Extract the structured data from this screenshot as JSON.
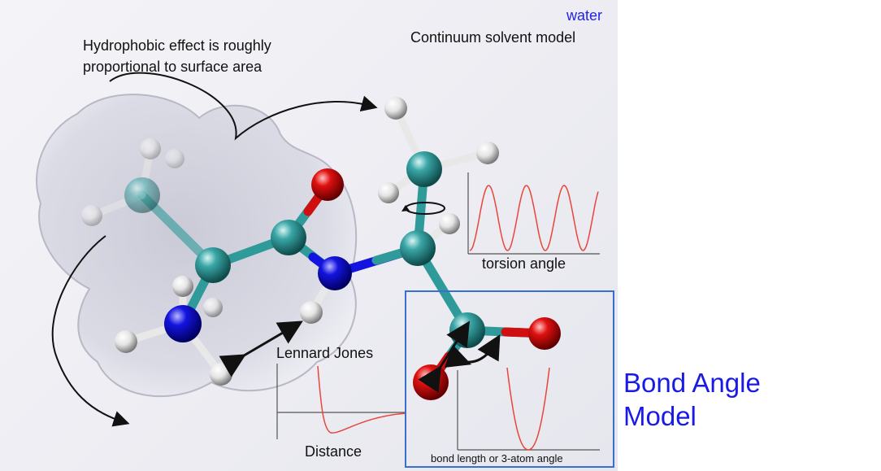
{
  "colors": {
    "solvent_text": "#1f1ff0",
    "title_text": "#1a1ae6",
    "curve": "#e8463a",
    "box_border": "#3a6fd0",
    "carbon": "#2e9a9a",
    "nitrogen": "#1010d8",
    "oxygen": "#d01010",
    "hydrogen": "#e8e8e8"
  },
  "labels": {
    "solvent_name": "water",
    "solvent_model": "Continuum solvent model",
    "hydrophobic_line1": "Hydrophobic effect is roughly",
    "hydrophobic_line2": "proportional to surface area",
    "torsion": "torsion angle",
    "lennard_jones": "Lennard Jones",
    "distance": "Distance",
    "bond": "bond length or 3-atom angle"
  },
  "title": {
    "line1": "Bond Angle",
    "line2": "Model"
  },
  "icons": {
    "molecule": "ball-and-stick-molecule",
    "surface": "solvent-accessible-surface",
    "torsion_rotation": "curved-rotation-arrow",
    "distance_arrow": "double-headed-arrow"
  }
}
